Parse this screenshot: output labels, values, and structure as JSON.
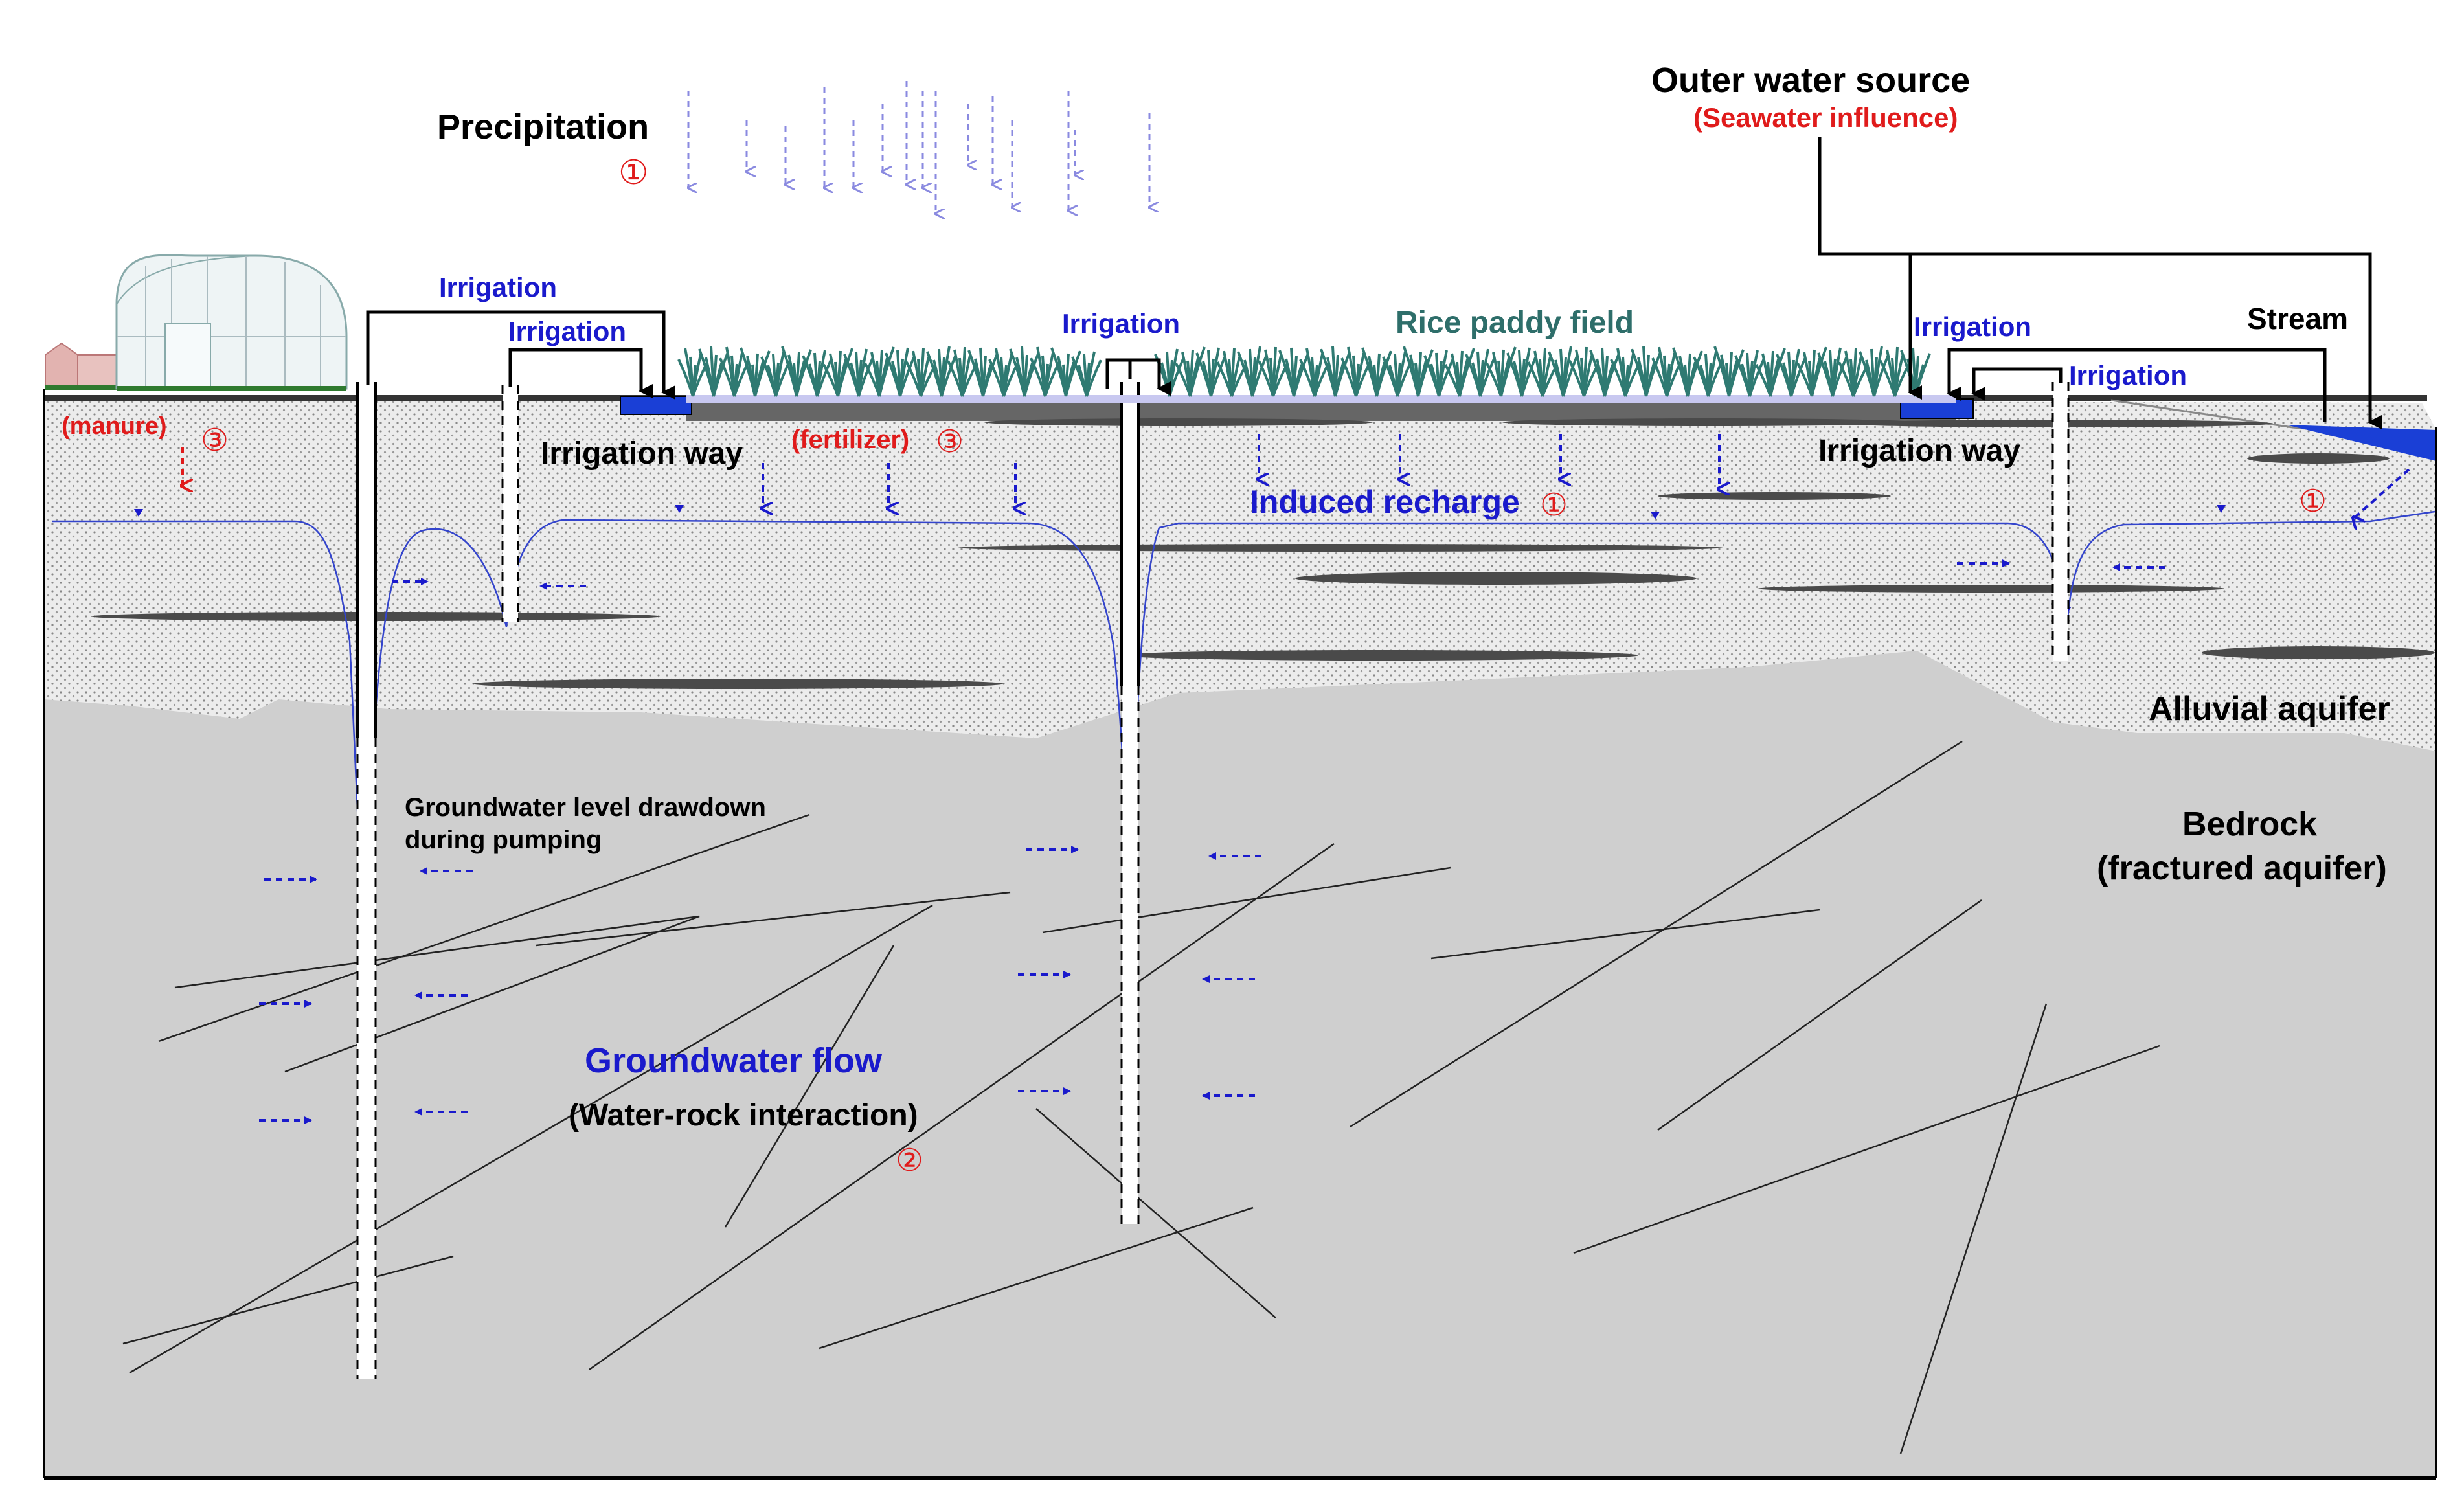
{
  "labels": {
    "precipitation": "Precipitation",
    "precipitation_num": "①",
    "outer_water_source": "Outer water source",
    "seawater_influence": "(Seawater influence)",
    "stream": "Stream",
    "irrigation": "Irrigation",
    "rice_paddy_field": "Rice paddy field",
    "irrigation_way": "Irrigation way",
    "manure": "(manure)",
    "manure_num": "③",
    "fertilizer": "(fertilizer)",
    "fertilizer_num": "③",
    "induced_recharge": "Induced recharge",
    "induced_recharge_num": "①",
    "stream_recharge_num": "①",
    "alluvial_aquifer": "Alluvial aquifer",
    "bedrock_line1": "Bedrock",
    "bedrock_line2": "(fractured aquifer)",
    "drawdown_line1": "Groundwater level drawdown",
    "drawdown_line2": "during pumping",
    "groundwater_flow": "Groundwater flow",
    "water_rock_interaction": "(Water-rock interaction)",
    "water_rock_num": "②"
  },
  "colors": {
    "label_black": "#000000",
    "label_blue": "#1a1acc",
    "label_red": "#e01b1b",
    "label_green": "#2e6e6a",
    "rain_arrow": "#8a8ae0",
    "water_table": "#3344cc",
    "bedrock_fill": "#cfcfcf",
    "alluvium_fill": "#ececec",
    "canal_fill": "#1a3fd6",
    "stream_fill": "#1a3fd6",
    "rice_plant": "#2f7a72",
    "clay_lens": "#4a4a4a",
    "fracture": "#222222"
  },
  "icons": [
    "greenhouse-icon",
    "farm-barn-icon",
    "rice-plant-icon",
    "pumping-well-icon"
  ]
}
